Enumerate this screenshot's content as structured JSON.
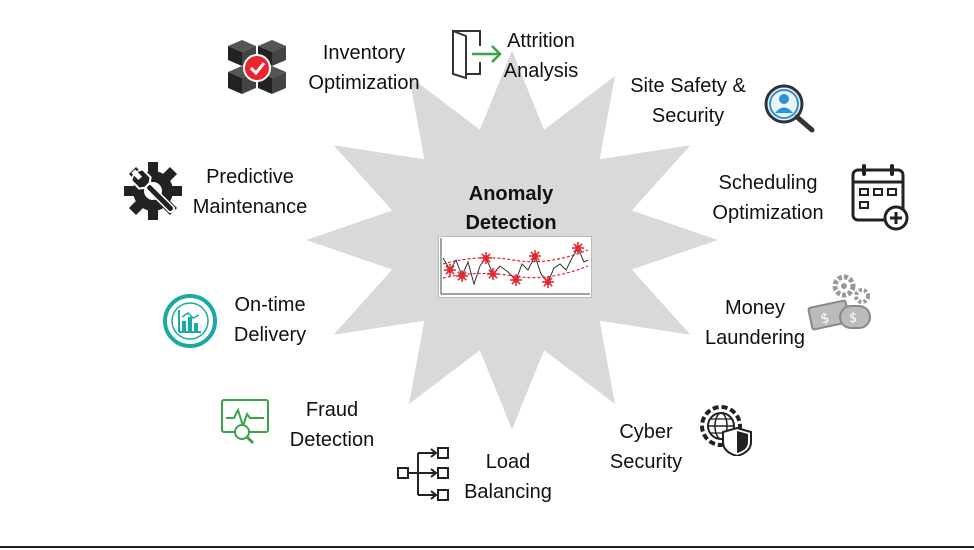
{
  "center": {
    "line1": "Anomaly",
    "line2": "Detection"
  },
  "items": {
    "inventory": {
      "line1": "Inventory",
      "line2": "Optimization",
      "icon": "boxes-check-icon"
    },
    "attrition": {
      "line1": "Attrition",
      "line2": "Analysis",
      "icon": "exit-door-icon"
    },
    "site_safety": {
      "line1": "Site Safety &",
      "line2": "Security",
      "icon": "person-search-icon"
    },
    "scheduling": {
      "line1": "Scheduling",
      "line2": "Optimization",
      "icon": "calendar-add-icon"
    },
    "money": {
      "line1": "Money",
      "line2": "Laundering",
      "icon": "money-gears-icon"
    },
    "cyber": {
      "line1": "Cyber",
      "line2": "Security",
      "icon": "globe-shield-gear-icon"
    },
    "load": {
      "line1": "Load",
      "line2": "Balancing",
      "icon": "hierarchy-icon"
    },
    "fraud": {
      "line1": "Fraud",
      "line2": "Detection",
      "icon": "monitor-search-icon"
    },
    "ontime": {
      "line1": "On-time",
      "line2": "Delivery",
      "icon": "chart-circle-icon"
    },
    "predictive": {
      "line1": "Predictive",
      "line2": "Maintenance",
      "icon": "gear-wrench-icon"
    }
  },
  "colors": {
    "star_fill": "#d9d9d9",
    "anomaly_marker": "#e8262c",
    "teal": "#1aa9a4",
    "green": "#3aa34a",
    "blue": "#2f8fd8",
    "dark": "#2b2b2b"
  }
}
